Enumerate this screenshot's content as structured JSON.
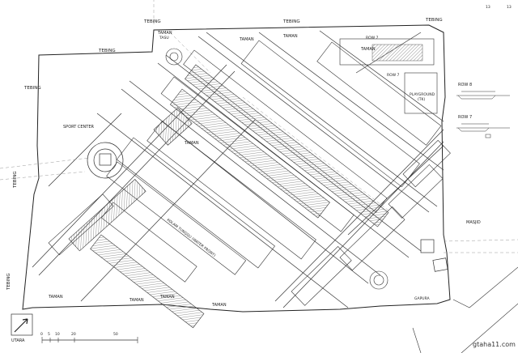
{
  "labels": {
    "tebing_top_1": "TEBING",
    "tebing_top_2": "TEBING",
    "tebing_top_3": "TEBING",
    "tebing_left_upper": "TEBING",
    "tebing_left_top": "TEBING",
    "tebing_left_mid": "TEBING",
    "tebing_left_bottom": "TEBING",
    "taman_top_a": "TAMAN",
    "taman_top_a2": "TASU",
    "taman_top_b": "TAMAN",
    "taman_top_c": "TAMAN",
    "taman_right": "TAMAN",
    "taman_center": "TAMAN",
    "taman_bottom_left": "TAMAN",
    "taman_bottom_mid1": "TAMAN",
    "taman_bottom_mid2": "TAMAN",
    "taman_bottom_mid3": "TAMAN",
    "sport_center": "SPORT CENTER",
    "masjid": "MASJID",
    "gapura": "GAPURA",
    "playground": "PLAYGROUND",
    "playground_sub": "(TK)",
    "kolam": "KOLAM TUNGGU (WATER FRONT)",
    "row_top": "ROW 7",
    "row_top2": "ROW 7",
    "north": "UTARA",
    "section_a_title": "ROW 8",
    "section_b_title": "ROW 7",
    "scale_0": "0",
    "scale_5": "5",
    "scale_10": "10",
    "scale_20": "20",
    "scale_50": "50",
    "corner_a": "13",
    "corner_b": "13",
    "watermark": "gtaha11.com"
  },
  "colors": {
    "line": "#333333",
    "hatch": "#777777",
    "background": "#ffffff",
    "dashed": "#999999"
  },
  "icons": {
    "north_arrow": "north-arrow-icon",
    "roundabout": "roundabout-icon"
  }
}
